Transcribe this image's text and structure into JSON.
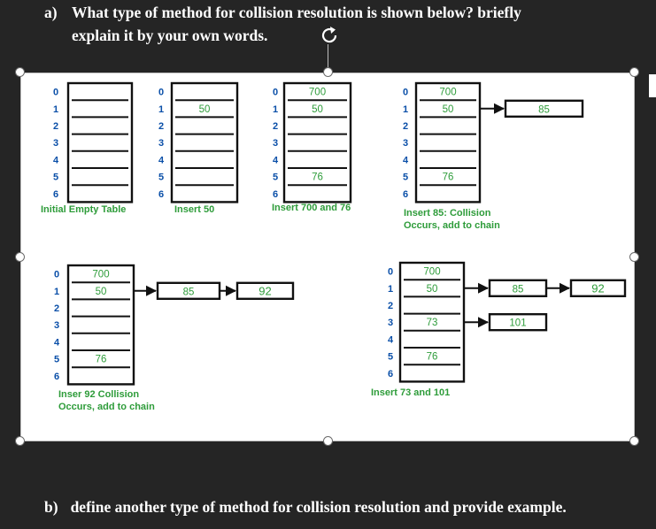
{
  "question_a": {
    "label": "a)",
    "line1": "What type of method for collision resolution is shown below? briefly",
    "line2": "explain it by your own words."
  },
  "question_b": {
    "label": "b)",
    "text": "define another type of method for collision resolution and provide example."
  },
  "icons": {
    "rotate": "rotate-icon"
  },
  "colors": {
    "green": "#2e9c3a",
    "index": "#0a4fa8",
    "background": "#252525"
  },
  "diagram": {
    "panels": [
      {
        "caption": [
          "Initial Empty Table"
        ],
        "slots": [
          "",
          "",
          "",
          "",
          "",
          "",
          ""
        ],
        "chains": []
      },
      {
        "caption": [
          "Insert 50"
        ],
        "slots": [
          "",
          "50",
          "",
          "",
          "",
          "",
          ""
        ],
        "chains": []
      },
      {
        "caption": [
          "Insert 700 and 76"
        ],
        "slots": [
          "700",
          "50",
          "",
          "",
          "",
          "76",
          ""
        ],
        "chains": []
      },
      {
        "caption": [
          "Insert 85: Collision",
          "Occurs, add to chain"
        ],
        "slots": [
          "700",
          "50",
          "",
          "",
          "",
          "76",
          ""
        ],
        "chains": [
          {
            "slot": 1,
            "values": [
              "85"
            ]
          }
        ]
      },
      {
        "caption": [
          "Inser 92  Collision",
          "Occurs, add to chain"
        ],
        "slots": [
          "700",
          "50",
          "",
          "",
          "",
          "76",
          ""
        ],
        "chains": [
          {
            "slot": 1,
            "values": [
              "85",
              "92"
            ]
          }
        ]
      },
      {
        "caption": [
          "Insert 73 and 101"
        ],
        "slots": [
          "700",
          "50",
          "",
          "73",
          "",
          "76",
          ""
        ],
        "chains": [
          {
            "slot": 1,
            "values": [
              "85",
              "92"
            ]
          },
          {
            "slot": 3,
            "values": [
              "101"
            ]
          }
        ]
      }
    ]
  }
}
